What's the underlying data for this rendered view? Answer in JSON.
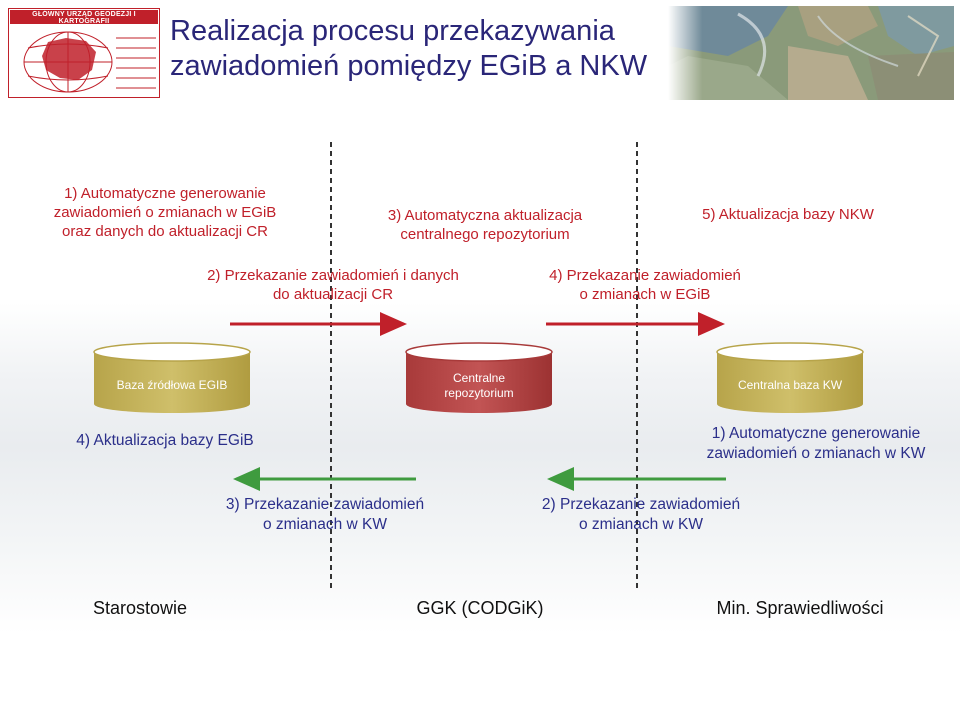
{
  "logo": {
    "caption": "GŁÓWNY URZĄD GEODEZJI I KARTOGRAFII",
    "icon": "poland-map-globe-icon",
    "color": "#c0202a"
  },
  "title": {
    "line1": "Realizacja procesu przekazywania",
    "line2": "zawiadomień pomiędzy EGiB a NKW",
    "color": "#2a2678"
  },
  "top_flow": {
    "step1": {
      "line1": "1) Automatyczne generowanie",
      "line2": "zawiadomień o zmianach w EGiB",
      "line3": "oraz danych do aktualizacji CR"
    },
    "step2": {
      "line1": "2) Przekazanie zawiadomień i danych",
      "line2": "do aktualizacji CR"
    },
    "step3": {
      "line1": "3) Automatyczna aktualizacja",
      "line2": "centralnego repozytorium"
    },
    "step4": {
      "line1": "4) Przekazanie zawiadomień",
      "line2": "o zmianach w EGiB"
    },
    "step5": {
      "line1": "5) Aktualizacja bazy NKW"
    },
    "color": "#c0202a"
  },
  "databases": {
    "egib": {
      "label": "Baza źródłowa EGIB",
      "fill": "#c8b85a"
    },
    "cr": {
      "line1": "Centralne",
      "line2": "repozytorium",
      "fill": "#b84848"
    },
    "kw": {
      "label": "Centralna baza KW",
      "fill": "#c8b85a"
    }
  },
  "bottom_flow": {
    "step1": {
      "line1": "1) Automatyczne generowanie",
      "line2": "zawiadomień o zmianach w KW"
    },
    "step2": {
      "line1": "2) Przekazanie zawiadomień",
      "line2": "o zmianach w KW"
    },
    "step3": {
      "line1": "3) Przekazanie zawiadomień",
      "line2": "o zmianach w KW"
    },
    "step4": {
      "line1": "4) Aktualizacja bazy EGiB"
    },
    "color": "#2b2f8a"
  },
  "footer": {
    "left": "Starostowie",
    "center": "GGK (CODGiK)",
    "right": "Min. Sprawiedliwości"
  },
  "colors": {
    "arrow_red": "#c0202a",
    "arrow_green": "#3f9b3f",
    "divider": "#333333"
  }
}
